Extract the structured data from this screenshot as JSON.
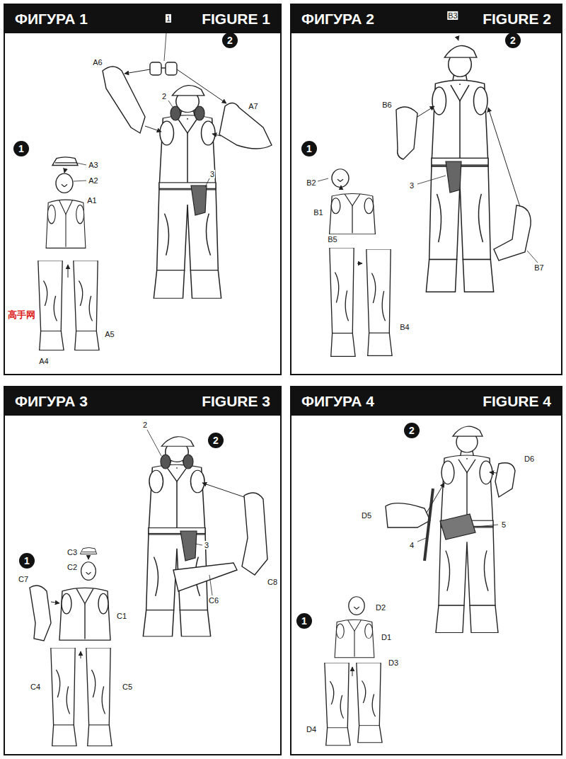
{
  "diagram": {
    "nodes": [
      {
        "text": [
          "ФИГУРА 1",
          "FIGURE 1"
        ]
      },
      {
        "text": [
          "ФИГУРА 2",
          "FIGURE 2"
        ]
      },
      {
        "text": [
          "ФИГУРА 3",
          "FIGURE 3"
        ]
      },
      {
        "text": [
          "ФИГУРА 4",
          "FIGURE 4"
        ]
      }
    ],
    "labels": [
      "1",
      "2",
      "A6",
      "2",
      "A7",
      "1",
      "A3",
      "3",
      "A2",
      "A1",
      "高手网",
      "A5",
      "A4",
      "B3",
      "2",
      "B6",
      "1",
      "B2",
      "3",
      "B1",
      "B7",
      "B5",
      "B4",
      "2",
      "2",
      "C3",
      "1",
      "C2",
      "C7",
      "3",
      "C8",
      "C1",
      "C6",
      "C4",
      "C5",
      "2",
      "D6",
      "D5",
      "5",
      "4",
      "D2",
      "1",
      "D1",
      "D3",
      "D4"
    ]
  }
}
